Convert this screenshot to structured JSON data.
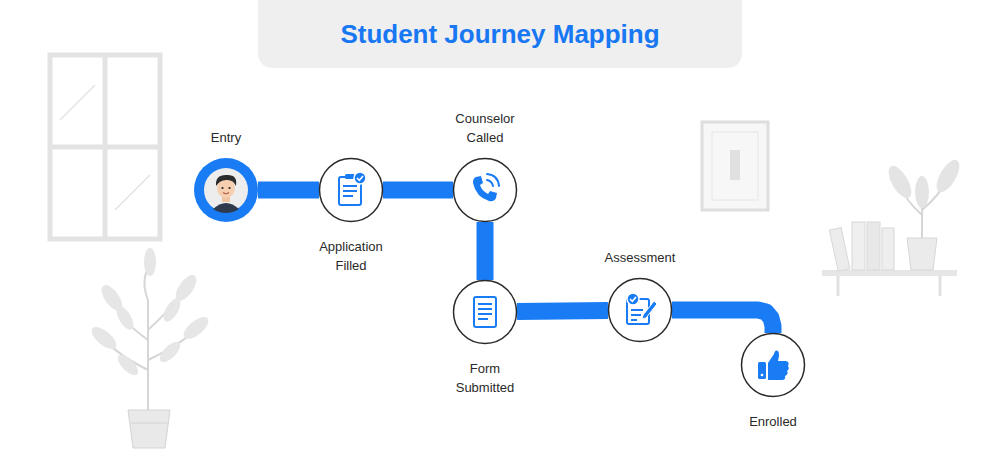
{
  "diagram": {
    "title": "Student Journey Mapping",
    "nodes": [
      {
        "text": [
          "Entry"
        ]
      },
      {
        "text": [
          "Application Filled"
        ]
      },
      {
        "text": [
          "Counselor Called"
        ]
      },
      {
        "text": [
          "Form Submitted"
        ]
      },
      {
        "text": [
          "Assessment"
        ]
      },
      {
        "text": [
          "Enrolled"
        ]
      }
    ],
    "edges": [
      {
        "from": 0,
        "to": 1,
        "arrow": "none"
      },
      {
        "from": 1,
        "to": 2,
        "arrow": "none"
      },
      {
        "from": 2,
        "to": 3,
        "arrow": "none"
      },
      {
        "from": 3,
        "to": 4,
        "arrow": "none"
      },
      {
        "from": 4,
        "to": 5,
        "arrow": "none"
      }
    ]
  }
}
